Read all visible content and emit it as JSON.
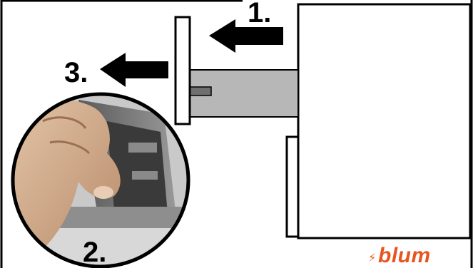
{
  "steps": {
    "step1": "1.",
    "step2": "2.",
    "step3": "3."
  },
  "logo": {
    "text": "blum",
    "color": "#e8541e"
  },
  "colors": {
    "outline": "#000000",
    "runner": "#b7b7b7",
    "arrow": "#000000",
    "background": "#ffffff"
  },
  "icons": {
    "push_arrow": "arrow-left-icon",
    "pull_arrow": "arrow-left-icon"
  }
}
